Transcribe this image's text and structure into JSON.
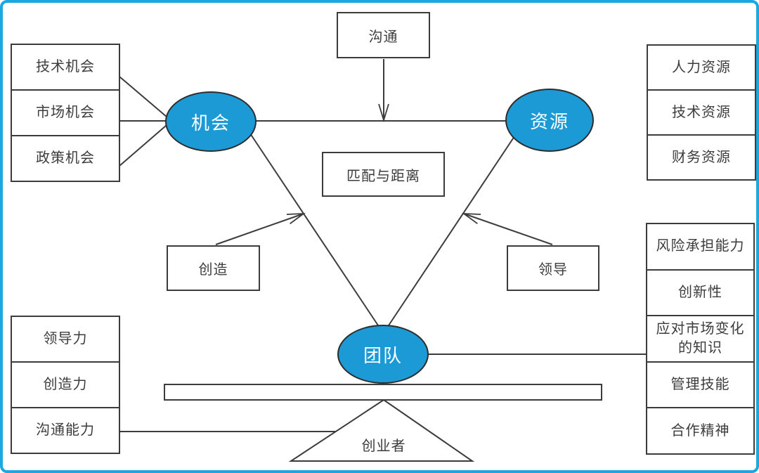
{
  "colors": {
    "frame_border": "#1ba7e0",
    "node_fill": "#1b9ad6",
    "node_text": "#ffffff",
    "line": "#3c3c3c",
    "text": "#3c3c3c"
  },
  "nodes": {
    "communication": "沟通",
    "opportunity": "机会",
    "resource": "资源",
    "team": "团队",
    "match": "匹配与距离",
    "create": "创造",
    "lead": "领导",
    "entrepreneur": "创业者"
  },
  "lists": {
    "opportunity_types": [
      "技术机会",
      "市场机会",
      "政策机会"
    ],
    "resource_types": [
      "人力资源",
      "技术资源",
      "财务资源"
    ],
    "team_qualities": [
      "风险承担能力",
      "创新性",
      "应对市场变化\n的知识",
      "管理技能",
      "合作精神"
    ],
    "entrepreneur_skills": [
      "领导力",
      "创造力",
      "沟通能力"
    ]
  }
}
